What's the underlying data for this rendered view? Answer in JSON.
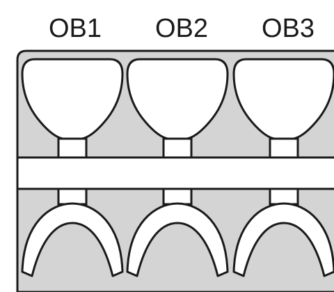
{
  "diagram": {
    "labels": [
      "OB1",
      "OB2",
      "OB3"
    ],
    "colors": {
      "tray_fill": "#d4d4d4",
      "outline": "#1a1a1a",
      "shape_fill": "#ffffff"
    }
  }
}
